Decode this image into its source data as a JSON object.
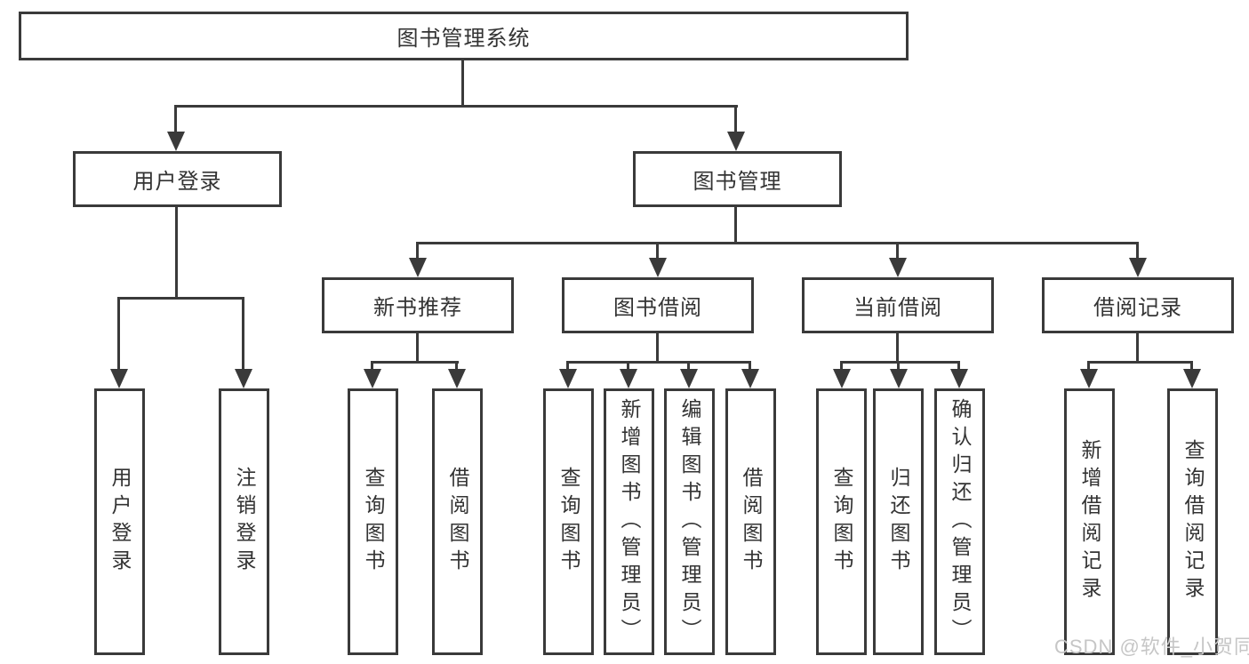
{
  "diagram": {
    "type": "hierarchy-tree",
    "root": {
      "label": "图书管理系统"
    },
    "level2": [
      {
        "label": "用户登录"
      },
      {
        "label": "图书管理"
      }
    ],
    "level3": [
      {
        "label": "新书推荐",
        "parent": "图书管理"
      },
      {
        "label": "图书借阅",
        "parent": "图书管理"
      },
      {
        "label": "当前借阅",
        "parent": "图书管理"
      },
      {
        "label": "借阅记录",
        "parent": "图书管理"
      }
    ],
    "leaves": [
      {
        "label": "用户登录",
        "parent": "用户登录"
      },
      {
        "label": "注销登录",
        "parent": "用户登录"
      },
      {
        "label": "查询图书",
        "parent": "新书推荐"
      },
      {
        "label": "借阅图书",
        "parent": "新书推荐"
      },
      {
        "label": "查询图书",
        "parent": "图书借阅"
      },
      {
        "label": "新增图书（管理员）",
        "parent": "图书借阅"
      },
      {
        "label": "编辑图书（管理员）",
        "parent": "图书借阅"
      },
      {
        "label": "借阅图书",
        "parent": "图书借阅"
      },
      {
        "label": "查询图书",
        "parent": "当前借阅"
      },
      {
        "label": "归还图书",
        "parent": "当前借阅"
      },
      {
        "label": "确认归还（管理员）",
        "parent": "当前借阅"
      },
      {
        "label": "新增借阅记录",
        "parent": "借阅记录"
      },
      {
        "label": "查询借阅记录",
        "parent": "借阅记录"
      }
    ]
  },
  "watermark": {
    "text": "CSDN @软件_小贺同学"
  },
  "colors": {
    "line": "#3a3a3a",
    "text": "#333333",
    "watermark": "#c6c6c6",
    "background": "#ffffff"
  }
}
